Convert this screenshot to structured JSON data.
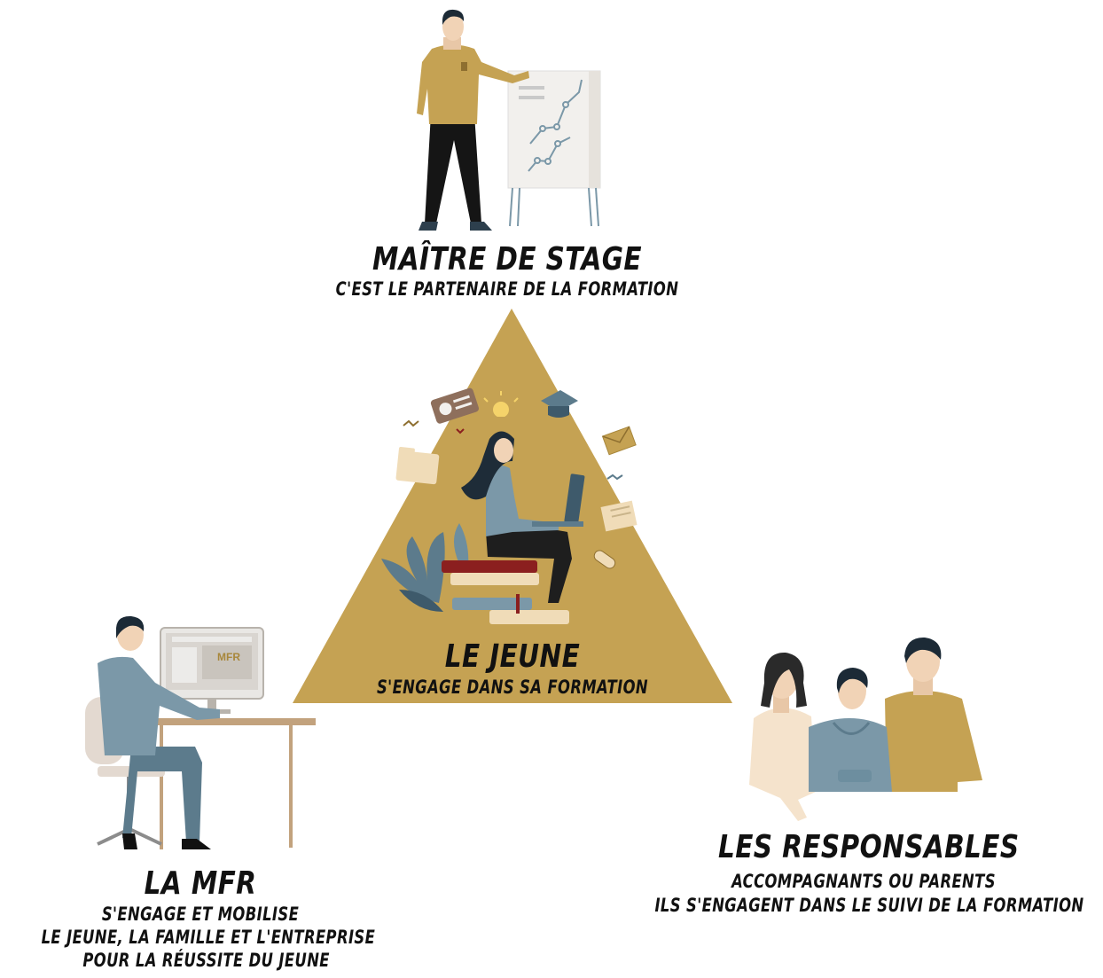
{
  "colors": {
    "gold": "#c5a253",
    "blue": "#7b98a8",
    "dark_blue": "#3e5a6b",
    "paper": "#f2f0ed",
    "dark": "#1a1a1a"
  },
  "maitre": {
    "title": "MAÎTRE DE STAGE",
    "subtitle": "C'EST LE PARTENAIRE DE LA FORMATION"
  },
  "jeune": {
    "title": "LE JEUNE",
    "subtitle": "S'ENGAGE DANS SA FORMATION"
  },
  "mfr": {
    "title": "LA MFR",
    "lines": [
      "S'ENGAGE ET MOBILISE",
      "LE JEUNE, LA FAMILLE ET L'ENTREPRISE",
      "POUR LA RÉUSSITE DU JEUNE"
    ],
    "screen_logo": "MFR"
  },
  "responsables": {
    "title": "LES RESPONSABLES",
    "lines": [
      "ACCOMPAGNANTS OU PARENTS",
      "ILS S'ENGAGENT DANS LE SUIVI DE LA FORMATION"
    ]
  }
}
